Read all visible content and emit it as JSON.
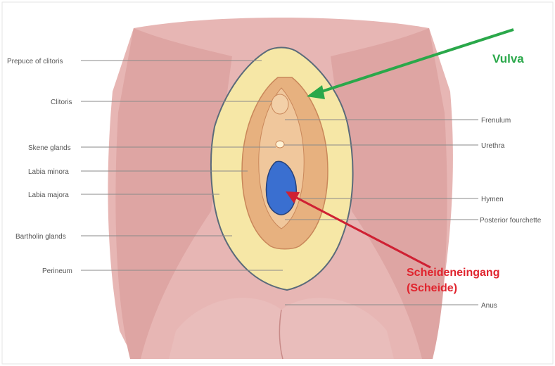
{
  "labels_left": [
    {
      "id": "prepuce",
      "text": "Prepuce of clitoris"
    },
    {
      "id": "clitoris",
      "text": "Clitoris"
    },
    {
      "id": "skene",
      "text": "Skene glands"
    },
    {
      "id": "labia-minora",
      "text": "Labia minora"
    },
    {
      "id": "labia-majora",
      "text": "Labia majora"
    },
    {
      "id": "bartholin",
      "text": "Bartholin glands"
    },
    {
      "id": "perineum",
      "text": "Perineum"
    }
  ],
  "labels_right": [
    {
      "id": "frenulum",
      "text": "Frenulum"
    },
    {
      "id": "urethra",
      "text": "Urethra"
    },
    {
      "id": "hymen",
      "text": "Hymen"
    },
    {
      "id": "fourchette",
      "text": "Posterior fourchette"
    },
    {
      "id": "anus",
      "text": "Anus"
    }
  ],
  "callouts": {
    "vulva": "Vulva",
    "scheideneingang_line1": "Scheideneingang",
    "scheideneingang_line2": "(Scheide)"
  },
  "colors": {
    "vulva_callout": "#2aa84a",
    "scheide_callout": "#e0242e",
    "vulva_fill": "#f6e7a6",
    "vaginal_opening_fill": "#3a6fd0",
    "skin": "#e2aeae"
  }
}
